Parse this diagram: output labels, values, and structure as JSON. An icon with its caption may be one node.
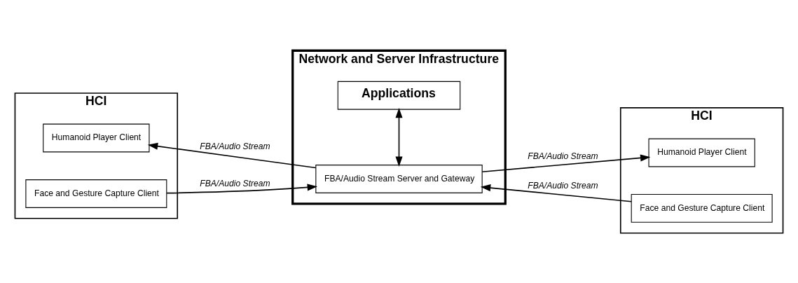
{
  "diagram": {
    "nodes": [
      {
        "text": [
          "HCI"
        ]
      },
      {
        "text": [
          "Humanoid Player Client"
        ],
        "in": 0
      },
      {
        "text": [
          "Face and Gesture Capture Client"
        ],
        "in": 0
      },
      {
        "text": [
          "Network and Server Infrastructure"
        ]
      },
      {
        "text": [
          "FBA/Audio Stream Server and Gateway"
        ],
        "in": 3
      },
      {
        "text": [
          "Applications"
        ],
        "in": 3
      },
      {
        "text": [
          "HCI"
        ]
      },
      {
        "text": [
          "Humanoid Player Client"
        ],
        "in": 6
      },
      {
        "text": [
          "Face and Gesture Capture Client"
        ],
        "in": 6
      }
    ],
    "edges": [
      {
        "from": 4,
        "to": 1,
        "arrow": "to",
        "label": "FBA/Audio Stream"
      },
      {
        "from": 2,
        "to": 4,
        "arrow": "to",
        "label": "FBA/Audio Stream"
      },
      {
        "from": 4,
        "to": 7,
        "arrow": "to",
        "label": "FBA/Audio Stream"
      },
      {
        "from": 8,
        "to": 4,
        "arrow": "to",
        "label": "FBA/Audio Stream"
      },
      {
        "from": 4,
        "to": 5,
        "arrow": "both"
      }
    ]
  }
}
